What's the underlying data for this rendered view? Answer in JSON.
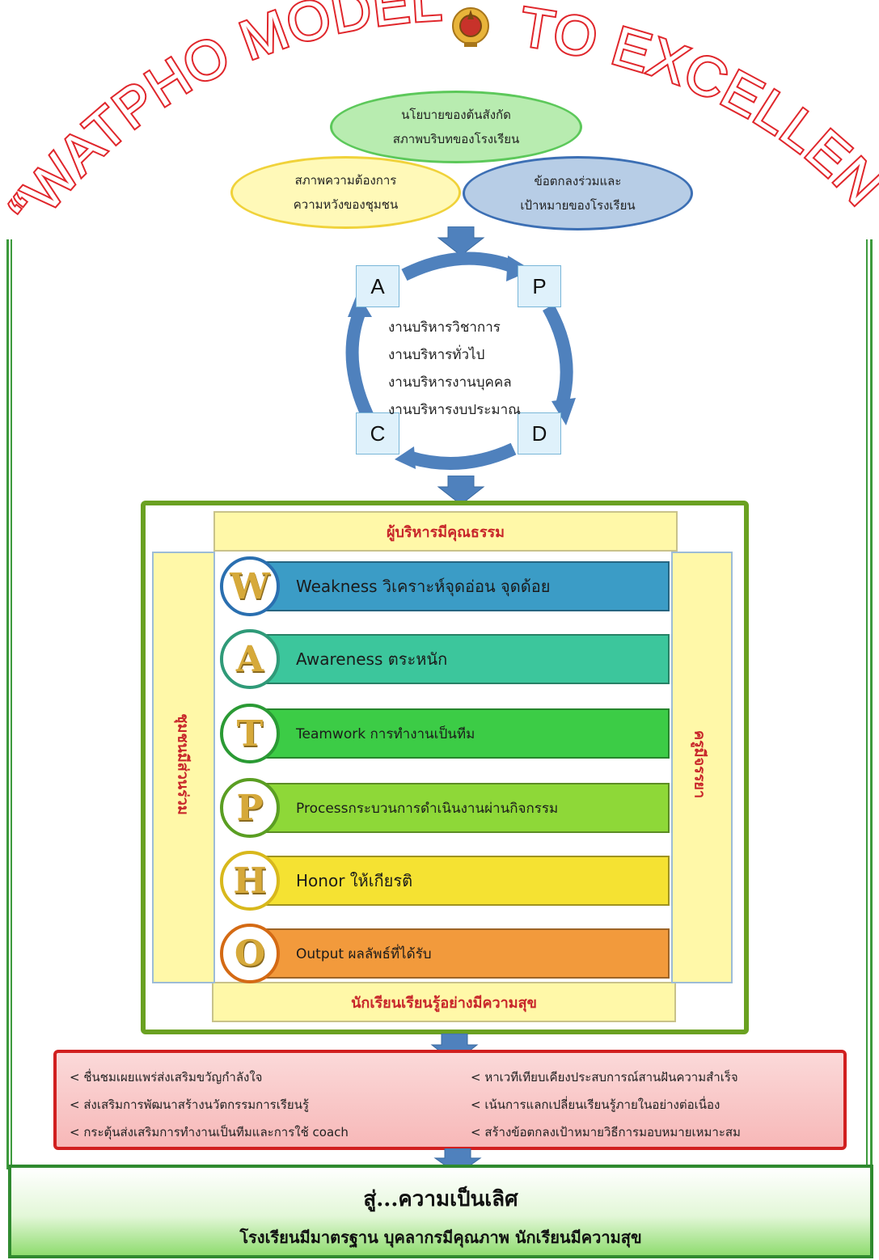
{
  "title": {
    "part1": "“WATPHO MODEL”",
    "part2": "TO EXCELLENCE"
  },
  "inputs": [
    {
      "line1": "นโยบายของต้นสังกัด",
      "line2": "สภาพบริบทของโรงเรียน",
      "color": "#b8ecb0",
      "border": "#5cc85a"
    },
    {
      "line1": "สภาพความต้องการ",
      "line2": "ความหวังของชุมชน",
      "color": "#fff9b8",
      "border": "#f0d23a"
    },
    {
      "line1": "ข้อตกลงร่วมและ",
      "line2": "เป้าหมายของโรงเรียน",
      "color": "#b7cde6",
      "border": "#3c6fb4"
    }
  ],
  "pdca": {
    "labels": [
      "A",
      "P",
      "C",
      "D"
    ],
    "tasks": [
      "งานบริหารวิชาการ",
      "งานบริหารทั่วไป",
      "งานบริหารงานบุคคล",
      "งานบริหารงบประมาณ"
    ],
    "arrow_color": "#4f81bd"
  },
  "frame": {
    "top": "ผู้บริหารมีคุณธรรม",
    "bottom": "นักเรียนเรียนรู้อย่างมีความสุข",
    "left": "ชุมชนมีส่วนร่วม",
    "right": "ครูมีจรรยา"
  },
  "watpho": [
    {
      "letter": "W",
      "text": "Weakness   วิเคราะห์จุดอ่อน จุดด้อย",
      "color": "#3b9cc6",
      "ring": "#2a6fb0"
    },
    {
      "letter": "A",
      "text": "Awareness   ตระหนัก",
      "color": "#3cc69c",
      "ring": "#2f9a78"
    },
    {
      "letter": "T",
      "text": "Teamwork  การทำงานเป็นทีม",
      "color": "#3ccc46",
      "ring": "#2a9a34"
    },
    {
      "letter": "P",
      "text": "Processกระบวนการดำเนินงานผ่านกิจกรรม",
      "color": "#8ed838",
      "ring": "#5a9e22"
    },
    {
      "letter": "H",
      "text": "Honor  ให้เกียรติ",
      "color": "#f5e232",
      "ring": "#d8b81c"
    },
    {
      "letter": "O",
      "text": "Output  ผลลัพธ์ที่ได้รับ",
      "color": "#f29a3c",
      "ring": "#d46a14"
    }
  ],
  "strategies": {
    "left": [
      "< ชื่นชมเผยแพร่ส่งเสริมขวัญกำลังใจ",
      "< ส่งเสริมการพัฒนาสร้างนวัตกรรมการเรียนรู้",
      "< กระตุ้นส่งเสริมการทำงานเป็นทีมและการใช้  coach"
    ],
    "right": [
      "< หาเวทีเทียบเคียงประสบการณ์สานฝันความสำเร็จ",
      "< เน้นการแลกเปลี่ยนเรียนรู้ภายในอย่างต่อเนื่อง",
      "< สร้างข้อตกลงเป้าหมายวิธีการมอบหมายเหมาะสม"
    ]
  },
  "outcome": {
    "heading": "สู่...ความเป็นเลิศ",
    "subheading": "โรงเรียนมีมาตรฐาน  บุคลากรมีคุณภาพ  นักเรียนมีความสุข"
  },
  "colors": {
    "title_red": "#e0262b",
    "frame_green": "#6aa121",
    "outer_green": "#2f8a2f",
    "arrow_blue": "#4f81bd"
  }
}
